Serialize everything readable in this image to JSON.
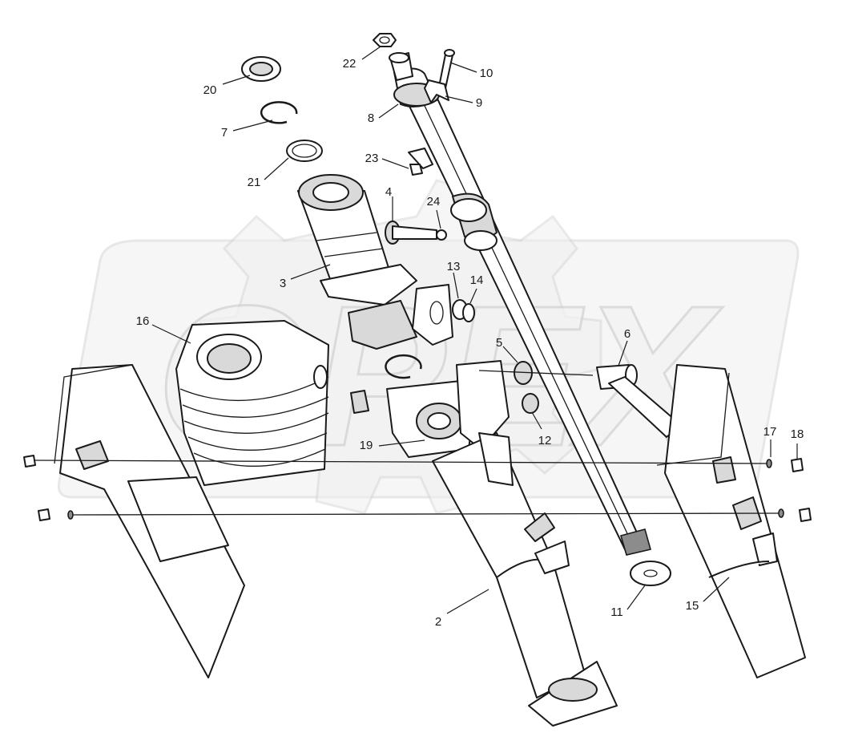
{
  "callouts": [
    {
      "id": "c1",
      "label": "22"
    },
    {
      "id": "c2",
      "label": "10"
    },
    {
      "id": "c3",
      "label": "20"
    },
    {
      "id": "c4",
      "label": "9"
    },
    {
      "id": "c5",
      "label": "8"
    },
    {
      "id": "c6",
      "label": "7"
    },
    {
      "id": "c7",
      "label": "23"
    },
    {
      "id": "c8",
      "label": "21"
    },
    {
      "id": "c9",
      "label": "4"
    },
    {
      "id": "c10",
      "label": "24"
    },
    {
      "id": "c11",
      "label": "3"
    },
    {
      "id": "c12",
      "label": "13"
    },
    {
      "id": "c13",
      "label": "14"
    },
    {
      "id": "c14",
      "label": "16"
    },
    {
      "id": "c15",
      "label": "6"
    },
    {
      "id": "c16",
      "label": "5"
    },
    {
      "id": "c17",
      "label": "12"
    },
    {
      "id": "c18",
      "label": "19"
    },
    {
      "id": "c19",
      "label": "17"
    },
    {
      "id": "c20",
      "label": "18"
    },
    {
      "id": "c21",
      "label": "2"
    },
    {
      "id": "c22",
      "label": "11"
    },
    {
      "id": "c23",
      "label": "15"
    }
  ]
}
